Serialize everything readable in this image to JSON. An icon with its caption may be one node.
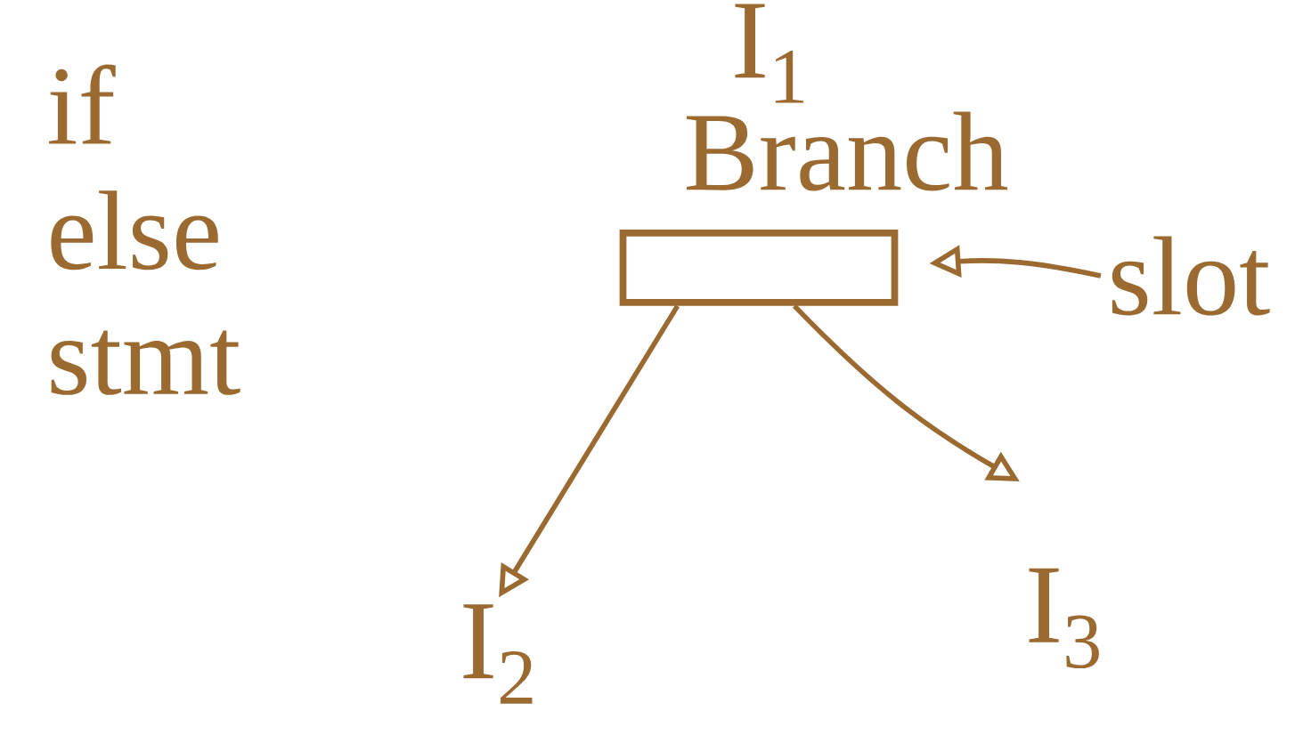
{
  "diagram": {
    "nodes": [
      {
        "text": [
          "I$_{1}$",
          "Branch"
        ]
      },
      {
        "text": [
          "I$_{2}$"
        ]
      },
      {
        "text": [
          "I$_{3}$"
        ]
      },
      {
        "text": [
          "slot"
        ]
      }
    ],
    "edges": [
      {
        "from": 0,
        "to": 1,
        "arrow": "to"
      },
      {
        "from": 0,
        "to": 2,
        "arrow": "to"
      },
      {
        "from": 3,
        "to": 0,
        "arrow": "to"
      }
    ],
    "labels": [
      "if else stmt"
    ]
  }
}
